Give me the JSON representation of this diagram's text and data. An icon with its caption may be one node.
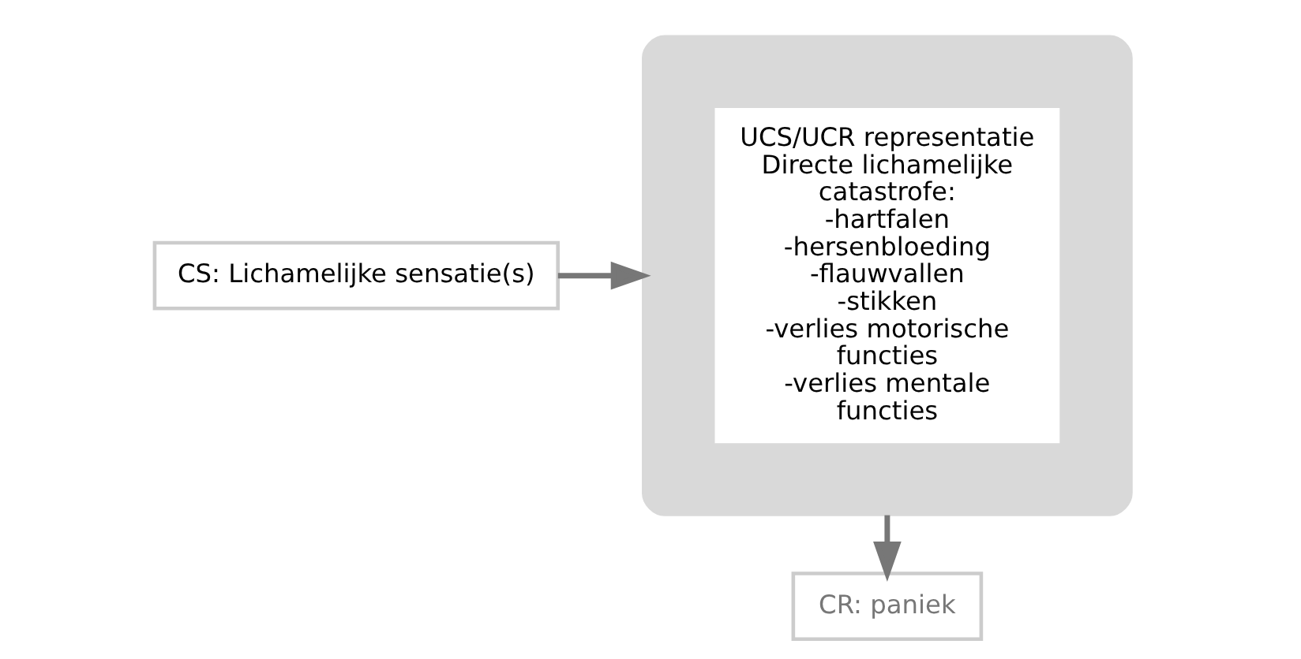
{
  "diagram": {
    "nodes": [
      {
        "text": [
          "CS: Lichamelijke sensatie(s)"
        ]
      },
      {
        "text": [],
        "shape": "ellipse"
      },
      {
        "text": [
          "UCS/UCR representatie",
          "Directe lichamelijke catastrofe: -hartfalen -hersenbloeding -flauwvallen -stikken -verlies motorische functies -verlies mentale functies"
        ],
        "in": 1
      },
      {
        "text": [
          "CR: paniek"
        ]
      }
    ],
    "edges": [
      {
        "from": 0,
        "to": 1,
        "arrow": "to"
      },
      {
        "from": 1,
        "to": 3,
        "arrow": "to"
      }
    ]
  }
}
